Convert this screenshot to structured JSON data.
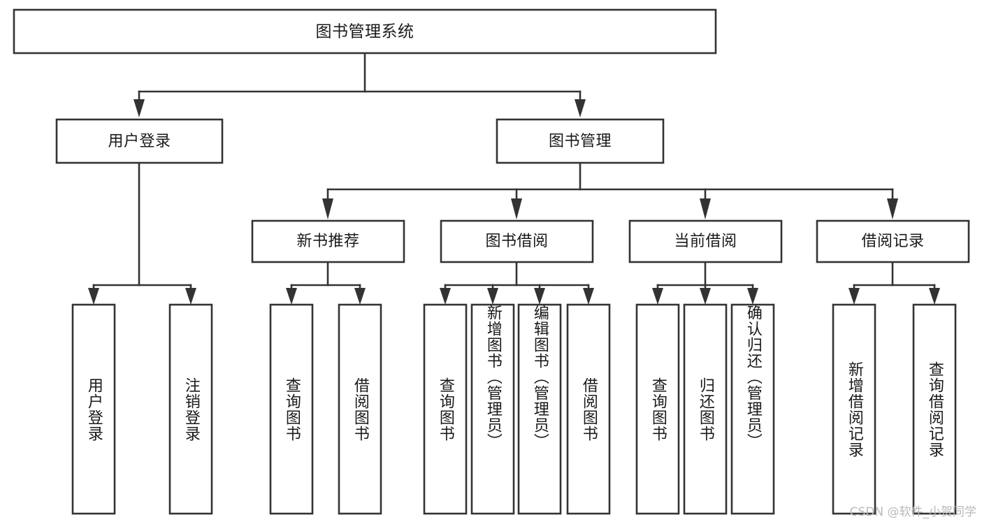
{
  "diagram": {
    "type": "tree",
    "title": "图书管理系统",
    "orientation": "top-down",
    "colors": {
      "box_stroke": "#333333",
      "box_fill": "#ffffff",
      "text": "#1a1a1a",
      "background": "#ffffff",
      "watermark": "#b9b9b9"
    },
    "root": {
      "label": "图书管理系统"
    },
    "level2": [
      {
        "label": "用户登录"
      },
      {
        "label": "图书管理"
      }
    ],
    "level3": [
      {
        "label": "新书推荐"
      },
      {
        "label": "图书借阅"
      },
      {
        "label": "当前借阅"
      },
      {
        "label": "借阅记录"
      }
    ],
    "leaves": {
      "user_login": [
        {
          "label": "用户登录"
        },
        {
          "label": "注销登录"
        }
      ],
      "new_book": [
        {
          "label": "查询图书"
        },
        {
          "label": "借阅图书"
        }
      ],
      "book_borrow": [
        {
          "label": "查询图书"
        },
        {
          "label": "新增图书（管理员）"
        },
        {
          "label": "编辑图书（管理员）"
        },
        {
          "label": "借阅图书"
        }
      ],
      "current_borrow": [
        {
          "label": "查询图书"
        },
        {
          "label": "归还图书"
        },
        {
          "label": "确认归还（管理员）"
        }
      ],
      "borrow_record": [
        {
          "label": "新增借阅记录"
        },
        {
          "label": "查询借阅记录"
        }
      ]
    },
    "edges": [
      {
        "from": "图书管理系统",
        "to": "用户登录"
      },
      {
        "from": "图书管理系统",
        "to": "图书管理"
      },
      {
        "from": "图书管理",
        "to": "新书推荐"
      },
      {
        "from": "图书管理",
        "to": "图书借阅"
      },
      {
        "from": "图书管理",
        "to": "当前借阅"
      },
      {
        "from": "图书管理",
        "to": "借阅记录"
      },
      {
        "from": "用户登录",
        "to": "用户登录"
      },
      {
        "from": "用户登录",
        "to": "注销登录"
      },
      {
        "from": "新书推荐",
        "to": "查询图书"
      },
      {
        "from": "新书推荐",
        "to": "借阅图书"
      },
      {
        "from": "图书借阅",
        "to": "查询图书"
      },
      {
        "from": "图书借阅",
        "to": "新增图书（管理员）"
      },
      {
        "from": "图书借阅",
        "to": "编辑图书（管理员）"
      },
      {
        "from": "图书借阅",
        "to": "借阅图书"
      },
      {
        "from": "当前借阅",
        "to": "查询图书"
      },
      {
        "from": "当前借阅",
        "to": "归还图书"
      },
      {
        "from": "当前借阅",
        "to": "确认归还（管理员）"
      },
      {
        "from": "借阅记录",
        "to": "新增借阅记录"
      },
      {
        "from": "借阅记录",
        "to": "查询借阅记录"
      }
    ]
  },
  "watermark": {
    "text": "CSDN @软件_小贺同学"
  }
}
